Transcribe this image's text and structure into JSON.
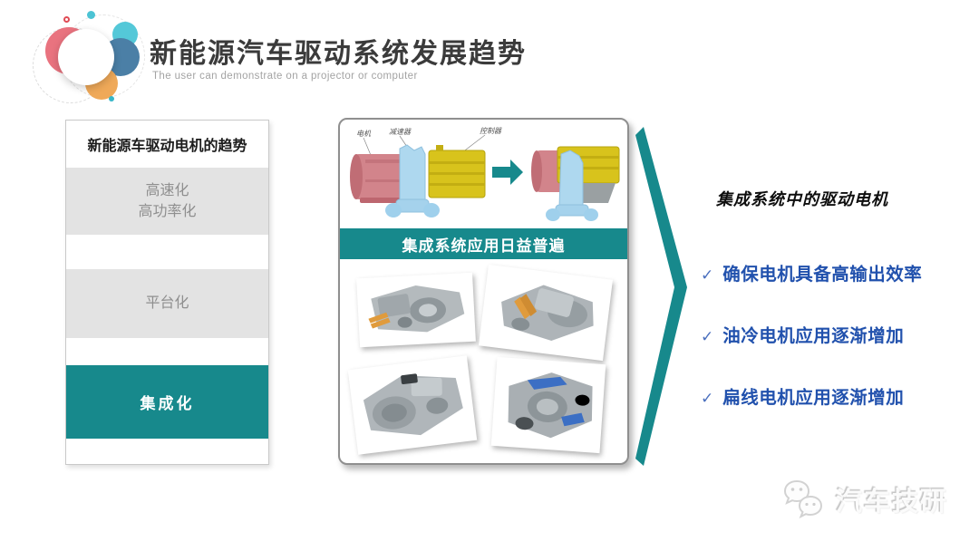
{
  "slide": {
    "title": "新能源汽车驱动系统发展趋势",
    "subtitle": "The user can demonstrate on a projector or computer"
  },
  "sidebar": {
    "header": "新能源车驱动电机的趋势",
    "items": [
      {
        "label": "高速化\n高功率化",
        "active": false
      },
      {
        "label": "平台化",
        "active": false
      },
      {
        "label": "集成化",
        "active": true
      }
    ]
  },
  "panel": {
    "diagram_labels": {
      "motor": "电机",
      "reducer": "减速器",
      "controller": "控制器"
    },
    "banner": "集成系统应用日益普遍"
  },
  "right": {
    "heading": "集成系统中的驱动电机",
    "check": "✓",
    "bullets": [
      "确保电机具备高输出效率",
      "油冷电机应用逐渐增加",
      "扁线电机应用逐渐增加"
    ]
  },
  "watermark": {
    "brand": "汽车技研"
  },
  "colors": {
    "teal": "#17898c",
    "bullet_blue": "#2151ad",
    "title_dark": "#3b3b3b",
    "gray_box": "#e3e3e3",
    "gray_box_text": "#8f8f8f",
    "diagram_pink": "#d2848b",
    "diagram_blue": "#aed8ef",
    "diagram_yellow": "#d8c31c"
  }
}
